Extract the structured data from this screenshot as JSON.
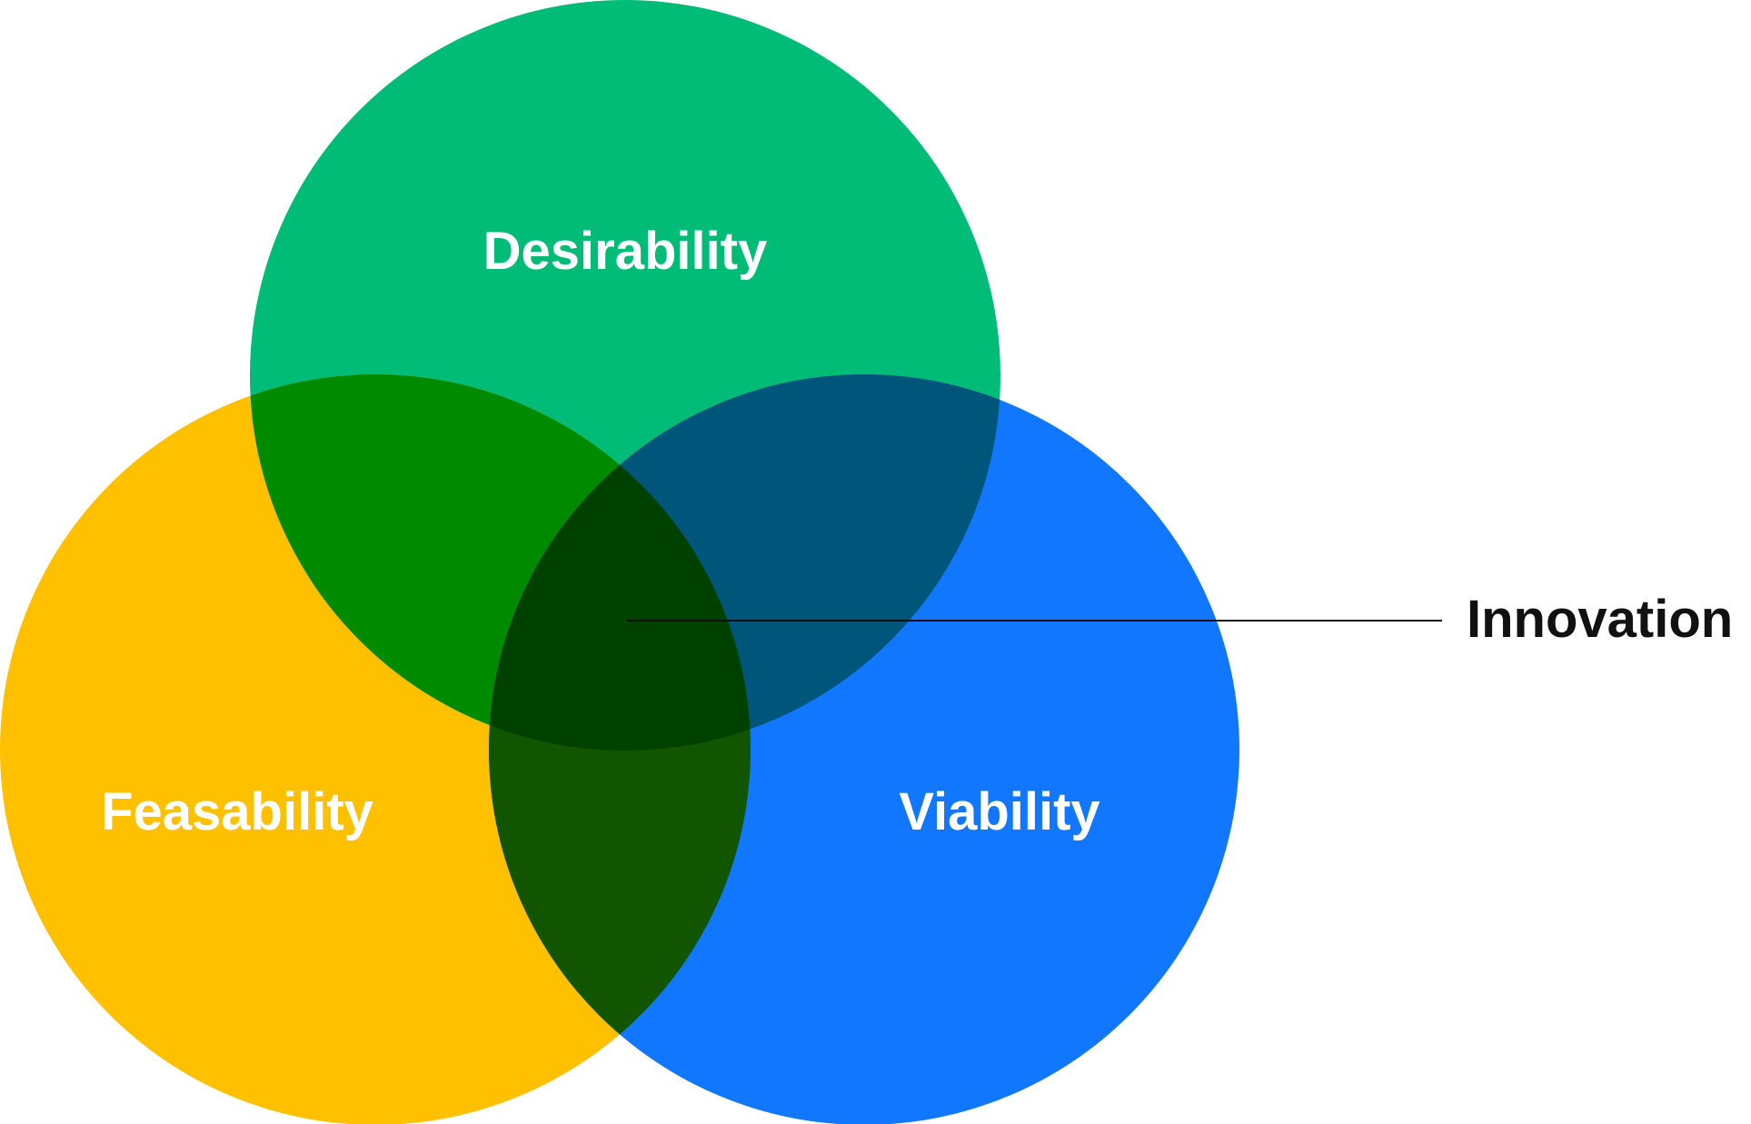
{
  "diagram": {
    "type": "venn",
    "sets": [
      {
        "label": "Desirability",
        "color": "#00BC77"
      },
      {
        "label": "Feasability",
        "color": "#FFC000"
      },
      {
        "label": "Viability",
        "color": "#1277FF"
      }
    ],
    "overlaps": {
      "desirability_feasability": "#008A00",
      "desirability_viability": "#00557A",
      "feasability_viability": "#115500",
      "all": "#004100"
    },
    "callout": {
      "label": "Innovation"
    }
  }
}
